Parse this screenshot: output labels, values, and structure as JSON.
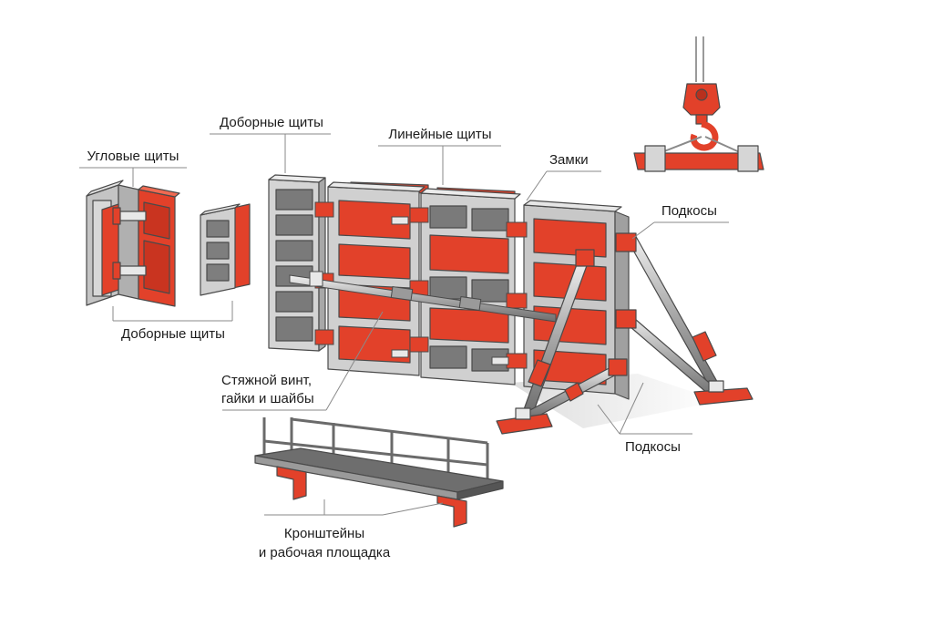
{
  "labels": {
    "corner_panels": "Угловые щиты",
    "filler_panels_top": "Доборные щиты",
    "linear_panels": "Линейные щиты",
    "locks": "Замки",
    "braces_top": "Подкосы",
    "filler_panels_bottom": "Доборные щиты",
    "tie_rod_line1": "Стяжной винт,",
    "tie_rod_line2": "гайки и шайбы",
    "braces_bottom": "Подкосы",
    "brackets_line1": "Кронштейны",
    "brackets_line2": "и рабочая площадка"
  },
  "colors": {
    "red": "#e2412a",
    "red_dark": "#b8301d",
    "grey": "#d4d4d4",
    "grey_dark": "#9b9b9b",
    "outline": "#4a4a4a"
  }
}
